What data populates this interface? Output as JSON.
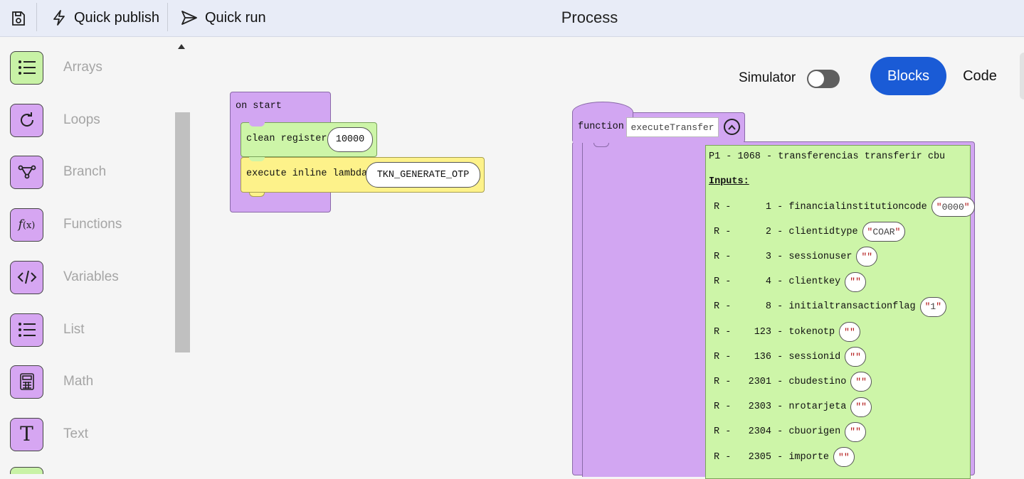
{
  "toolbar": {
    "quick_publish": "Quick publish",
    "quick_run": "Quick run",
    "title": "Process"
  },
  "sidebar": {
    "categories": [
      {
        "label": "Arrays",
        "icon": "list-icon",
        "color": "#c8f2a6"
      },
      {
        "label": "Loops",
        "icon": "loop-icon",
        "color": "#d6a6f2"
      },
      {
        "label": "Branch",
        "icon": "branch-icon",
        "color": "#d6a6f2"
      },
      {
        "label": "Functions",
        "icon": "function-icon",
        "color": "#d6a6f2"
      },
      {
        "label": "Variables",
        "icon": "code-icon",
        "color": "#d6a6f2"
      },
      {
        "label": "List",
        "icon": "list-icon",
        "color": "#d6a6f2"
      },
      {
        "label": "Math",
        "icon": "calculator-icon",
        "color": "#d6a6f2"
      },
      {
        "label": "Text",
        "icon": "text-icon",
        "color": "#d6a6f2"
      }
    ]
  },
  "mode": {
    "simulator_label": "Simulator",
    "simulator_on": false,
    "blocks_label": "Blocks",
    "code_label": "Code",
    "active": "Blocks"
  },
  "start_block": {
    "header": "on start",
    "clean_register_label": "clean register",
    "clean_register_value": "10000",
    "lambda_label": "execute inline lambda",
    "lambda_value": "TKN_GENERATE_OTP"
  },
  "function_block": {
    "keyword": "function",
    "name": "executeTransfer",
    "title": "P1 - 1068 - transferencias transferir cbu",
    "inputs_label": "Inputs:",
    "inputs": [
      {
        "prefix": "R -      1 - ",
        "name": "financialinstitutioncode",
        "value": "0000"
      },
      {
        "prefix": "R -      2 - ",
        "name": "clientidtype",
        "value": "COAR"
      },
      {
        "prefix": "R -      3 - ",
        "name": "sessionuser",
        "value": ""
      },
      {
        "prefix": "R -      4 - ",
        "name": "clientkey",
        "value": ""
      },
      {
        "prefix": "R -      8 - ",
        "name": "initialtransactionflag",
        "value": "1"
      },
      {
        "prefix": "R -    123 - ",
        "name": "tokenotp",
        "value": ""
      },
      {
        "prefix": "R -    136 - ",
        "name": "sessionid",
        "value": ""
      },
      {
        "prefix": "R -   2301 - ",
        "name": "cbudestino",
        "value": ""
      },
      {
        "prefix": "R -   2303 - ",
        "name": "nrotarjeta",
        "value": ""
      },
      {
        "prefix": "R -   2304 - ",
        "name": "cbuorigen",
        "value": ""
      },
      {
        "prefix": "R -   2305 - ",
        "name": "importe",
        "value": ""
      }
    ]
  }
}
